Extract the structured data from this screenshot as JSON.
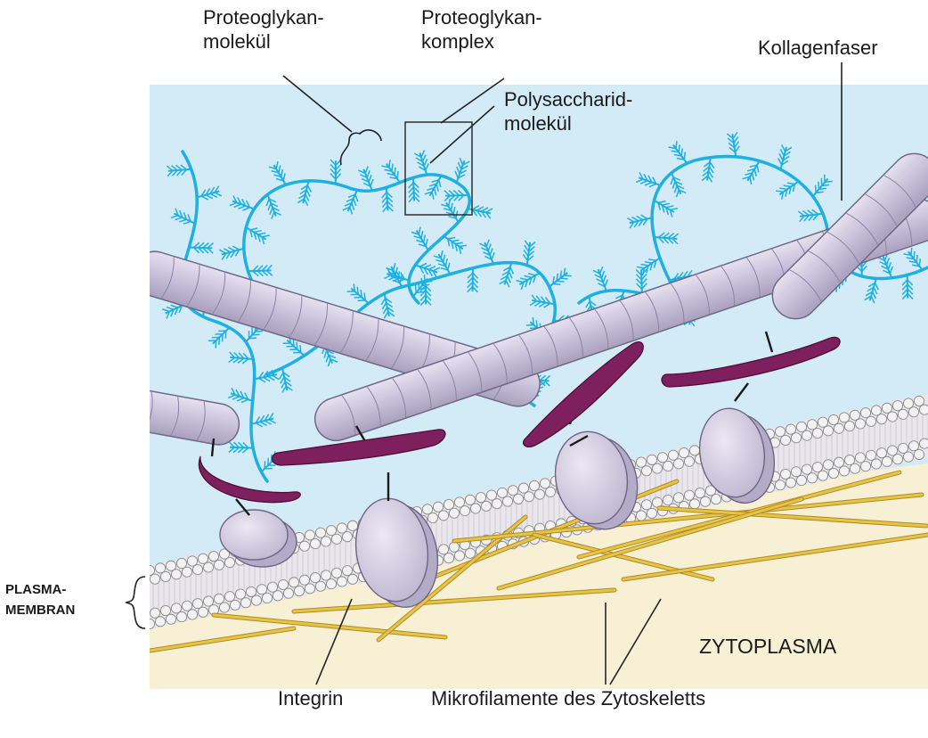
{
  "labels": {
    "proteoglycan_molecule": [
      "Proteoglykan-",
      "molekül"
    ],
    "proteoglycan_complex": [
      "Proteoglykan-",
      "komplex"
    ],
    "polysaccharide_molecule": [
      "Polysaccharid-",
      "molekül"
    ],
    "collagen_fiber": "Kollagenfaser",
    "plasma_membrane": [
      "PLASMA-",
      "MEMBRAN"
    ],
    "cytoplasm": "ZYTOPLASMA",
    "integrin": "Integrin",
    "microfilaments": "Mikrofilamente des Zytoskeletts"
  },
  "colors": {
    "extracellular": "#d3ebf7",
    "cytoplasm": "#f8f0d4",
    "proteoglycan": "#1db0e0",
    "collagen": "#cdc6dd",
    "fibronectin": "#7e1f5e",
    "integrin": "#d3cde4",
    "microfilament": "#e6c44a",
    "lipid_head": "#f2f2f2"
  }
}
